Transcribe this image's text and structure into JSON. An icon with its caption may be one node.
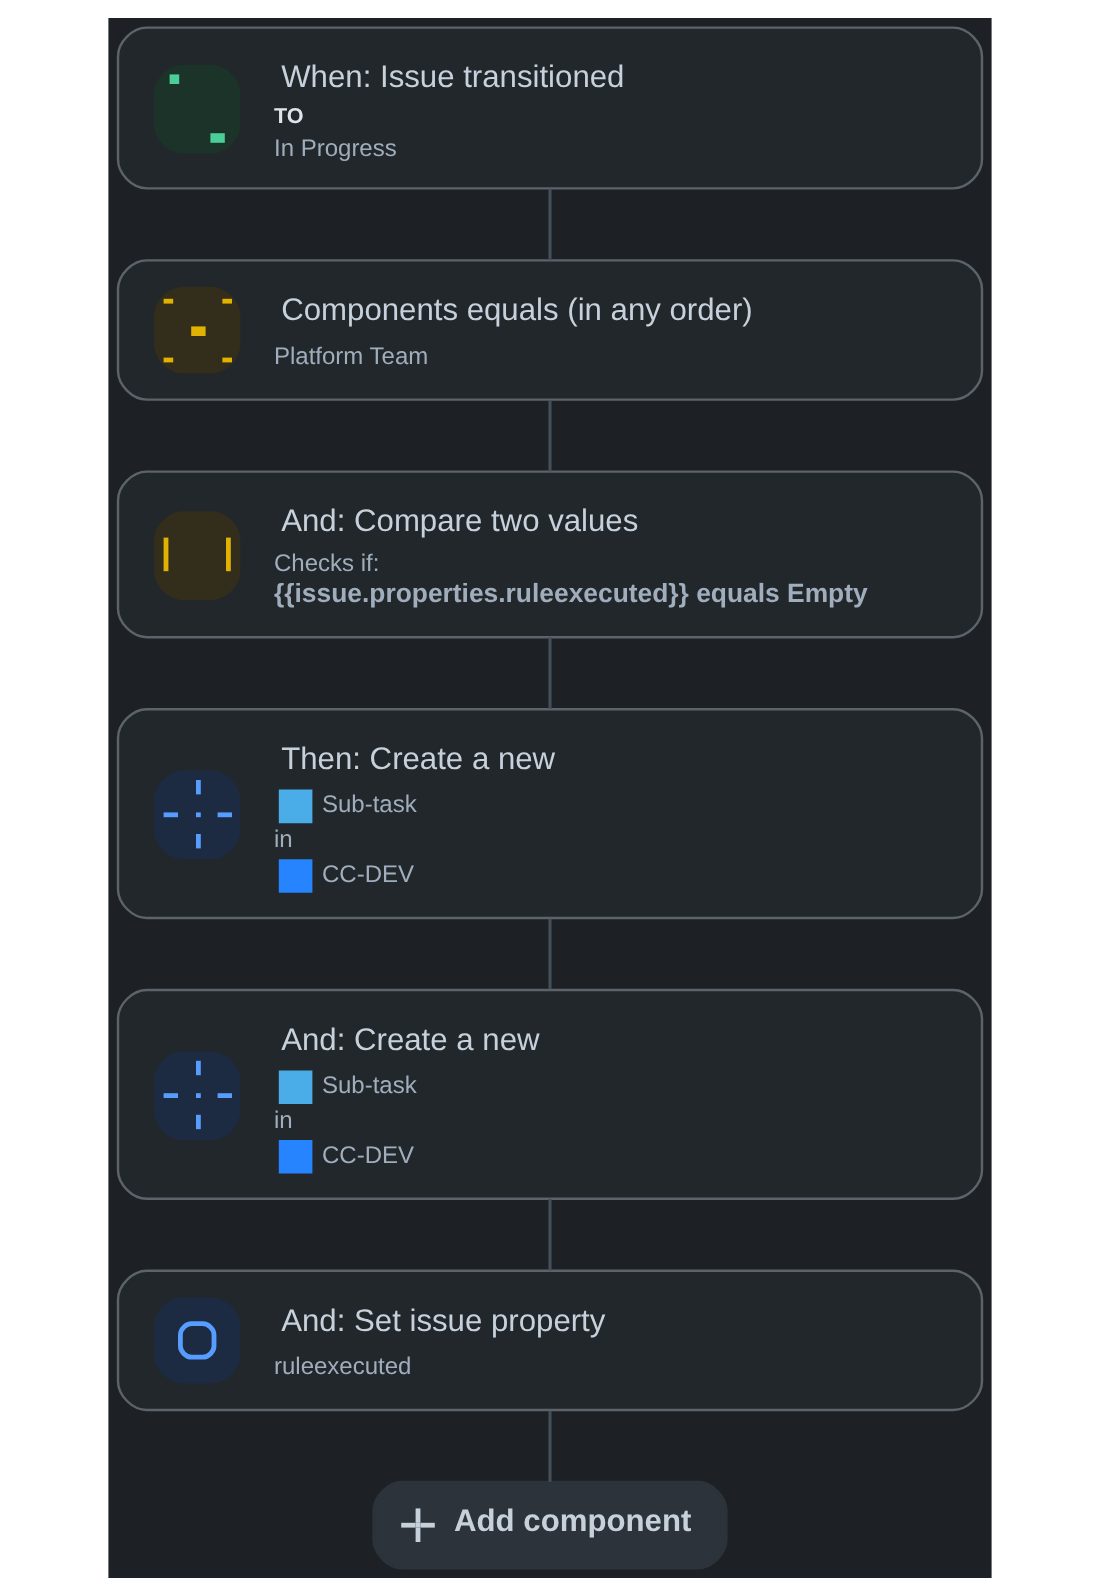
{
  "diagram": {
    "nodes": [
      {
        "text": [
          "When: Issue transitioned",
          "TO",
          "In Progress"
        ]
      },
      {
        "text": [
          "Components equals (in any order)",
          "Platform Team"
        ]
      },
      {
        "text": [
          "And: Compare two values",
          "Checks if:",
          "{{issue.properties.ruleexecuted}} equals Empty"
        ]
      },
      {
        "text": [
          "Then: Create a new",
          "Sub-task",
          "in",
          "CC-DEV"
        ]
      },
      {
        "text": [
          "And: Create a new",
          "Sub-task",
          "in",
          "CC-DEV"
        ]
      },
      {
        "text": [
          "And: Set issue property",
          "ruleexecuted"
        ]
      },
      {
        "text": [
          "Add component"
        ]
      }
    ],
    "edges": [
      {
        "from": 0,
        "to": 1,
        "arrow": "none"
      },
      {
        "from": 1,
        "to": 2,
        "arrow": "none"
      },
      {
        "from": 2,
        "to": 3,
        "arrow": "none"
      },
      {
        "from": 3,
        "to": 4,
        "arrow": "none"
      },
      {
        "from": 4,
        "to": 5,
        "arrow": "none"
      },
      {
        "from": 5,
        "to": 6,
        "arrow": "none"
      }
    ]
  }
}
